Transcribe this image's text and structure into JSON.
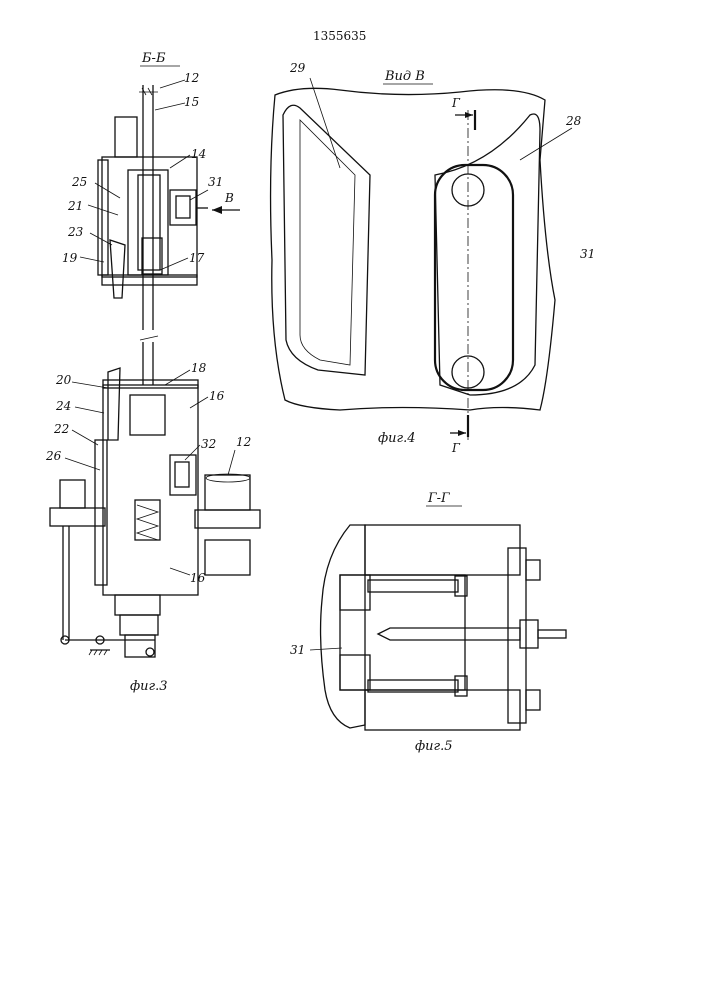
{
  "patent_number": "1355635",
  "fig3": {
    "section_title": "Б-Б",
    "caption": "фиг.3",
    "labels": [
      "12",
      "15",
      "14",
      "25",
      "31",
      "В",
      "21",
      "23",
      "19",
      "17",
      "20",
      "18",
      "16",
      "24",
      "22",
      "32",
      "12",
      "26",
      "16"
    ]
  },
  "fig4": {
    "view_title": "Вид В",
    "caption": "фиг.4",
    "labels": [
      "29",
      "28",
      "31"
    ],
    "section_marks": [
      "Г",
      "Г"
    ]
  },
  "fig5": {
    "section_title": "Г-Г",
    "caption": "фиг.5",
    "labels": [
      "31"
    ]
  }
}
